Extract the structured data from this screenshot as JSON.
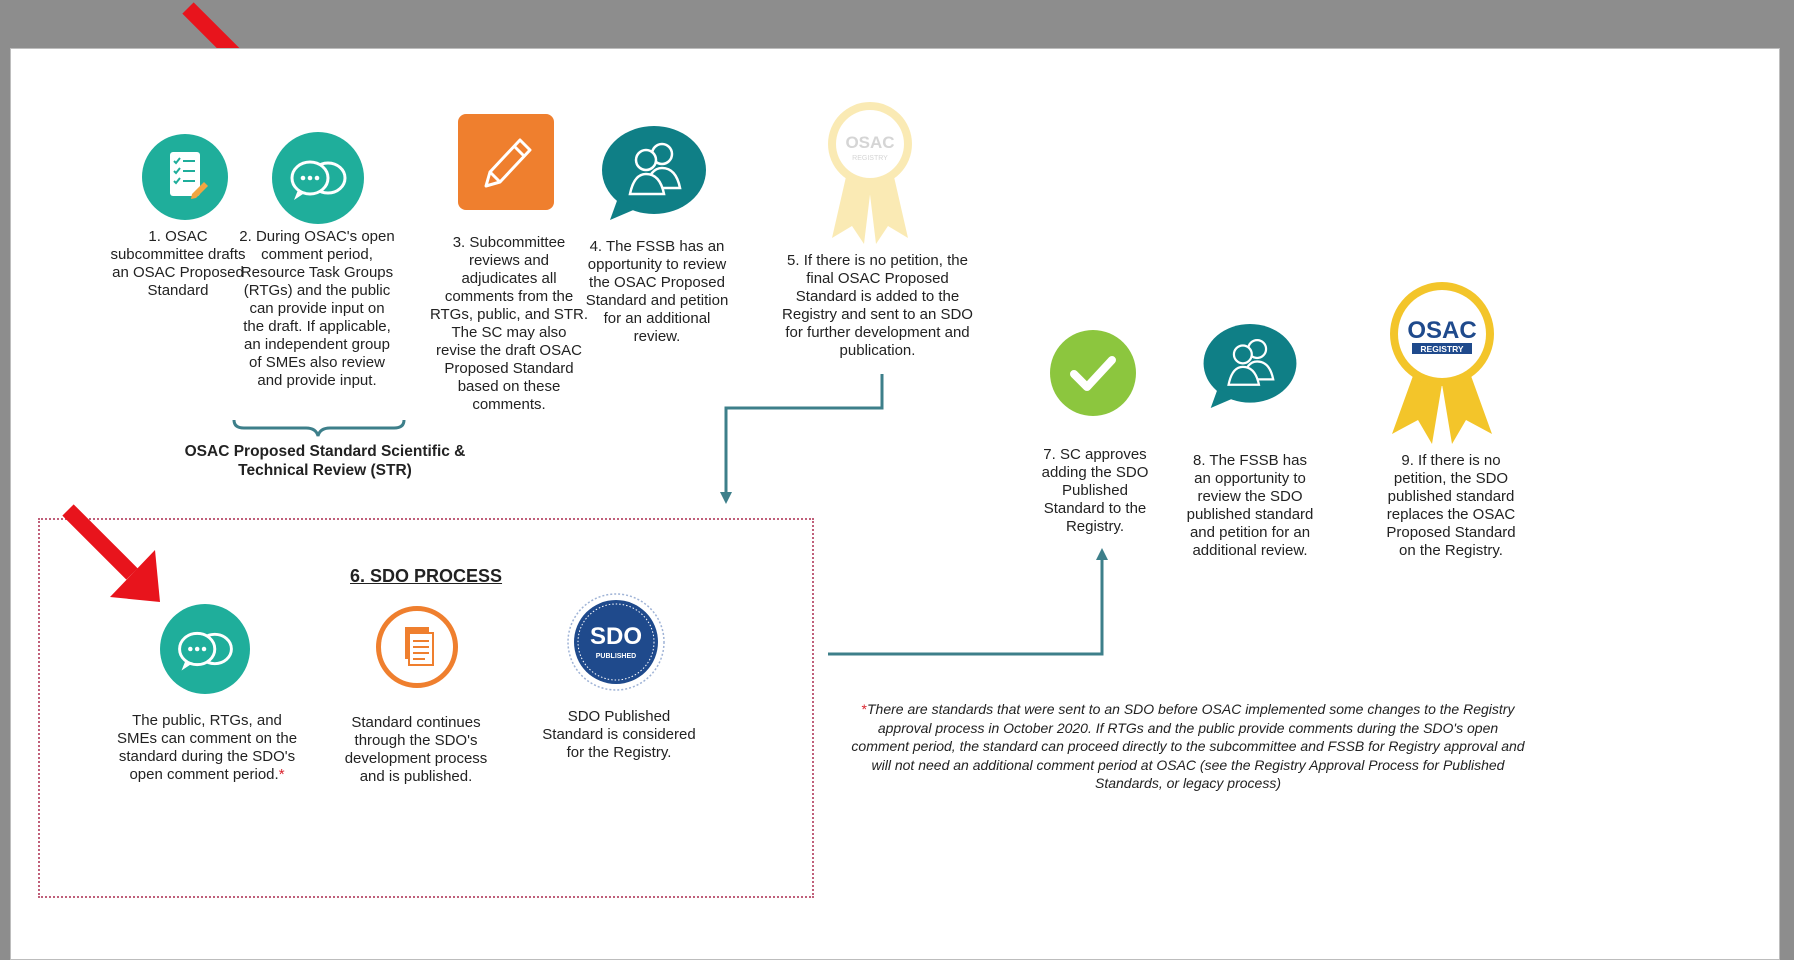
{
  "steps": [
    {
      "id": 1,
      "text": "1. OSAC\nsubcommittee drafts\nan OSAC Proposed\nStandard",
      "icon": "checklist-icon"
    },
    {
      "id": 2,
      "text": "2. During OSAC's open\ncomment period,\nResource Task Groups\n(RTGs) and the public\ncan provide input on\nthe draft. If applicable,\nan independent group\nof SMEs also review\nand provide input.",
      "icon": "chat-bubbles-icon"
    },
    {
      "id": 3,
      "text": "3. Subcommittee\nreviews and\nadjudicates all\ncomments from the\nRTGs, public, and STR.\nThe SC may also\nrevise the draft OSAC\nProposed Standard\nbased on these\ncomments.",
      "icon": "pencil-icon"
    },
    {
      "id": 4,
      "text": "4. The FSSB has an\nopportunity to review\nthe OSAC Proposed\nStandard and petition\nfor an additional\nreview.",
      "icon": "people-icon"
    },
    {
      "id": 5,
      "text": "5. If there is no petition, the\nfinal OSAC Proposed\nStandard is added to the\nRegistry and sent to an SDO\nfor further development and\npublication.",
      "icon": "faded-ribbon-icon"
    },
    {
      "id": 7,
      "text": "7. SC approves\nadding the SDO\nPublished\nStandard to the\nRegistry.",
      "icon": "checkmark-icon"
    },
    {
      "id": 8,
      "text": "8. The FSSB has\nan opportunity to\nreview the SDO\npublished standard\nand petition for an\nadditional review.",
      "icon": "people-icon"
    },
    {
      "id": 9,
      "text": "9. If there is no\npetition, the SDO\npublished standard\nreplaces the OSAC\nProposed Standard\non the Registry.",
      "icon": "osac-registry-ribbon-icon"
    }
  ],
  "str_label": "OSAC Proposed Standard Scientific &\nTechnical Review (STR)",
  "sdo_process": {
    "title": "6. SDO PROCESS",
    "items": [
      {
        "text": "The public, RTGs, and\nSMEs can comment on the\nstandard during the SDO's\nopen comment period.",
        "star": "*",
        "icon": "chat-bubbles-icon"
      },
      {
        "text": "Standard continues\nthrough the SDO's\ndevelopment process\nand is published.",
        "icon": "document-icon"
      },
      {
        "text": "SDO Published\nStandard is considered\nfor the Registry.",
        "icon": "sdo-published-seal-icon"
      }
    ]
  },
  "badges": {
    "osac": "OSAC",
    "registry": "REGISTRY",
    "sdo": "SDO",
    "published": "PUBLISHED"
  },
  "note": {
    "star": "*",
    "text": "There are standards that were sent to an SDO before OSAC implemented some changes to the Registry approval process in October 2020. If RTGs and the public provide comments during the SDO's open comment period, the standard can proceed directly to the subcommittee and FSSB for Registry approval and will not need an additional comment period at OSAC (see the Registry Approval Process for Published Standards, or legacy process)"
  },
  "colors": {
    "teal": "#1fae9b",
    "teal_dark": "#0f7f86",
    "orange": "#ef7f2e",
    "green": "#8cc63e",
    "navy": "#1f4a8c",
    "gold": "#f3c52a",
    "arrow_red": "#e8141c",
    "connector": "#3d7f8a",
    "dotted_border": "#c0607a"
  }
}
